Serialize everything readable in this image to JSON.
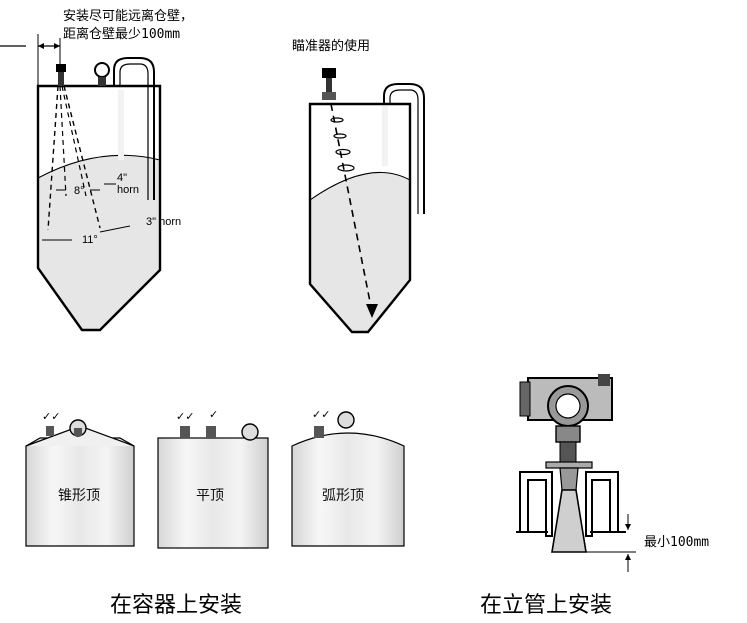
{
  "notes": {
    "install_line1": "安装尽可能远离仓壁，",
    "install_line2": "距离仓壁最少100mm",
    "aiming_device": "瞄准器的使用",
    "min_distance": "最小100mm"
  },
  "angle_labels": {
    "angle_8": "8°",
    "angle_11": "11°",
    "horn_4_top": "4\"",
    "horn_4_bottom": "horn",
    "horn_3": "3\" horn"
  },
  "roof_types": [
    "锥形顶",
    "平顶",
    "弧形顶"
  ],
  "check_marks": {
    "cone": "✓✓",
    "flat_a": "✓✓",
    "flat_b": "✓",
    "arc": "✓✓"
  },
  "captions": {
    "vessel": "在容器上安装",
    "pipe": "在立管上安装"
  },
  "colors": {
    "material_fill": "#e6e6e6",
    "line": "#000000",
    "silo_grey": "#ececec"
  }
}
